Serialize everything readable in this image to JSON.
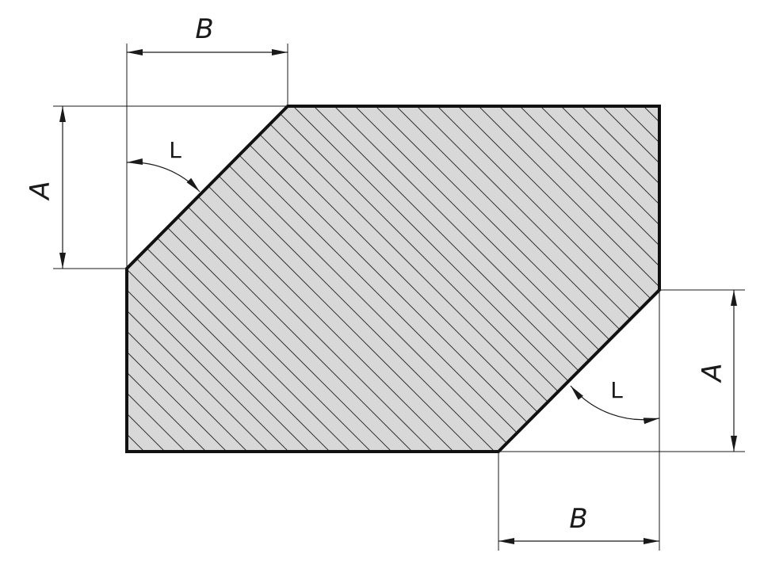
{
  "labels": {
    "top_width": "B",
    "bottom_width": "B",
    "left_height": "A",
    "right_height": "A",
    "top_angle": "L",
    "bottom_angle": "L"
  },
  "colors": {
    "fill": "#d8d8d8",
    "outline": "#111111",
    "hatch": "#333333",
    "dimension": "#1a1a1a"
  }
}
